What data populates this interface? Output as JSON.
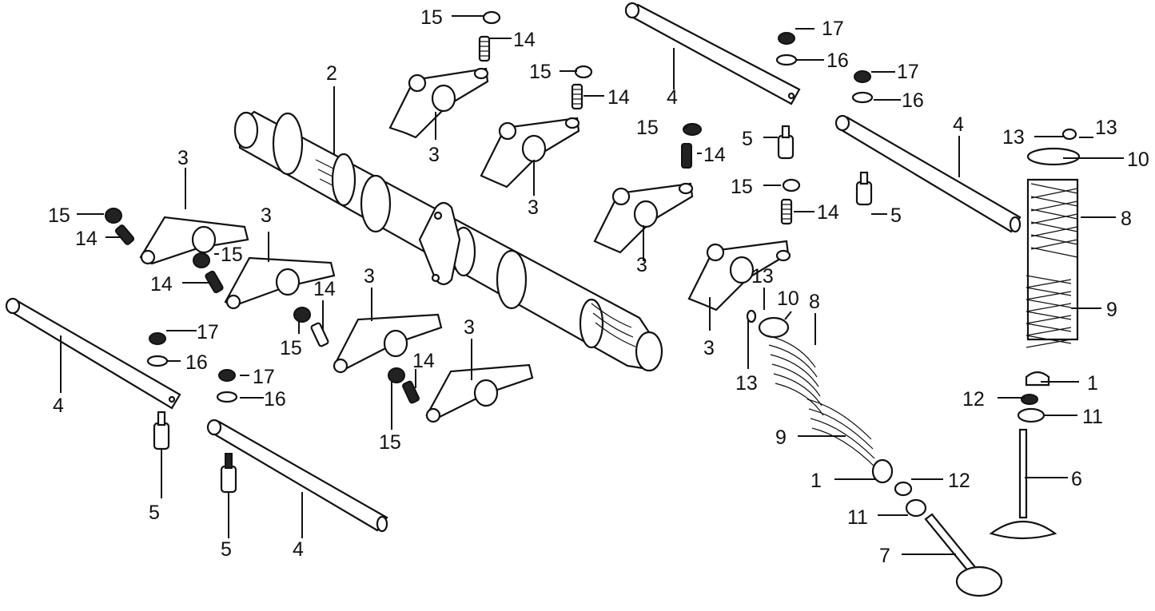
{
  "diagram": {
    "type": "exploded parts diagram",
    "subject": "camshaft, rocker arms and valve train",
    "background": "#ffffff",
    "ink": "#111111"
  },
  "callouts": {
    "n1": "1",
    "n2": "2",
    "n3": "3",
    "n4": "4",
    "n5": "5",
    "n6": "6",
    "n7": "7",
    "n8": "8",
    "n9": "9",
    "n10": "10",
    "n11": "11",
    "n12": "12",
    "n13": "13",
    "n14": "14",
    "n15": "15",
    "n16": "16",
    "n17": "17"
  }
}
